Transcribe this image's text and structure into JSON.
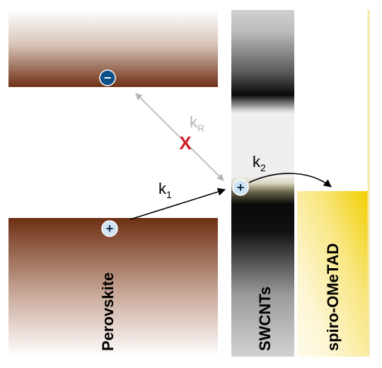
{
  "materials": {
    "perovskite": "Perovskite",
    "swcnts": "SWCNTs",
    "spiro": "spiro-OMeTAD"
  },
  "charges": {
    "electron": "−",
    "hole": "+"
  },
  "rates": {
    "k1": {
      "symbol": "k",
      "subscript": "1"
    },
    "k2": {
      "symbol": "k",
      "subscript": "2"
    },
    "kR": {
      "symbol": "k",
      "subscript": "R"
    }
  },
  "blocked_marker": "X",
  "colors": {
    "perovskite": "#6e2f14",
    "swcnt_dark": "#111111",
    "spiro": "#f2d200",
    "electron": "#0d4f87",
    "hole_fill": "#cfe3f2",
    "recombination": "#b3b3b3",
    "blocked": "#d0202a",
    "arrow": "#000000"
  }
}
